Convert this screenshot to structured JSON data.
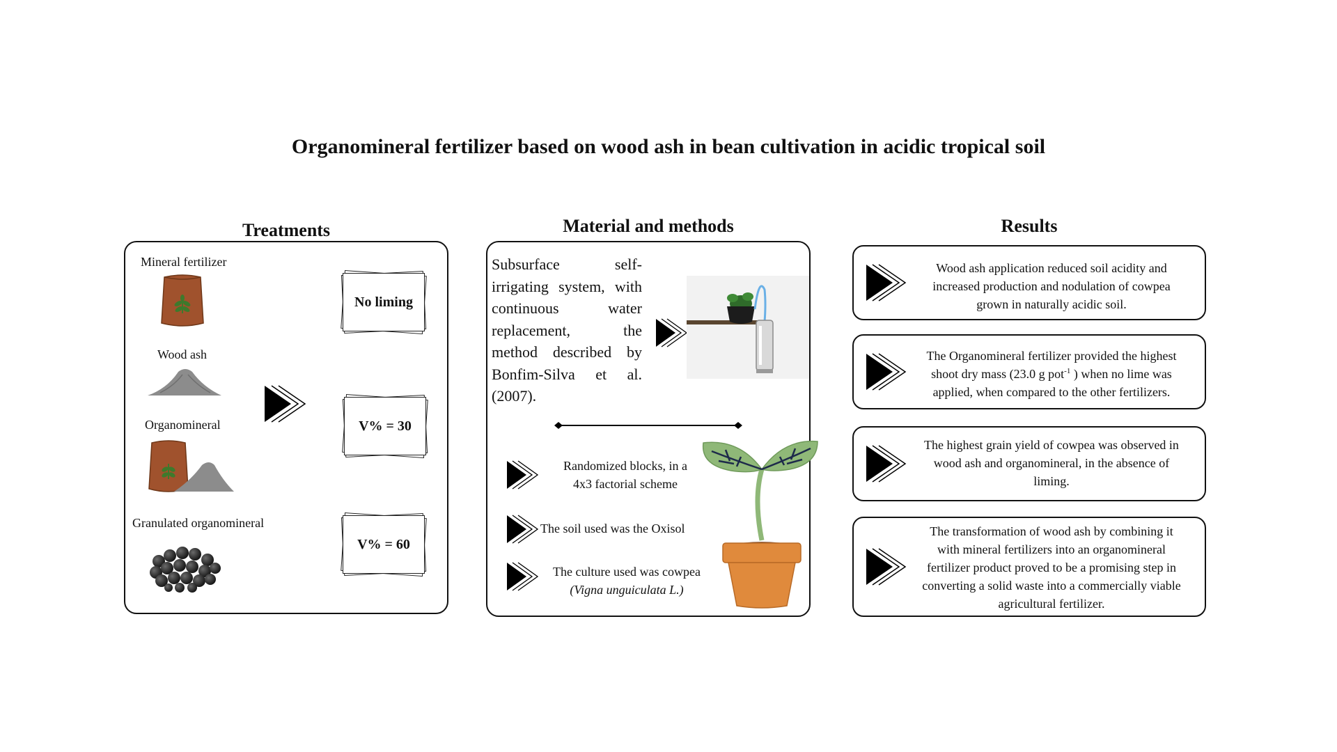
{
  "title": "Organomineral fertilizer based on wood ash in bean cultivation in acidic tropical soil",
  "treatments": {
    "heading": "Treatments",
    "items": [
      "Mineral fertilizer",
      "Wood ash",
      "Organomineral",
      "Granulated organomineral"
    ],
    "liming_levels": [
      "No liming",
      "V% =  30",
      "V% =  60"
    ]
  },
  "methods": {
    "heading": "Material and methods",
    "description_lines": [
      "Subsurface self-",
      "irrigating system, with",
      "continuous water",
      "replacement, the",
      "method described by",
      "Bonfim-Silva et al.",
      "(2007)."
    ],
    "bullets": {
      "design_line1": "Randomized blocks, in a",
      "design_line2": "4x3 factorial scheme",
      "soil": "The soil used was the Oxisol",
      "culture_line1": "The culture used was cowpea",
      "culture_line2": "(Vigna unguiculata L.)"
    }
  },
  "results": {
    "heading": "Results",
    "r1": [
      "Wood ash application reduced soil acidity and",
      "increased production and nodulation of cowpea",
      "grown in naturally acidic soil."
    ],
    "r2a": "The Organomineral fertilizer provided the highest",
    "r2b_pre": "shoot dry mass (23.0 g pot",
    "r2b_sup": "-1",
    "r2b_post": " ) when no lime was",
    "r2c": "applied, when compared to the other fertilizers.",
    "r3": [
      "The highest grain yield of cowpea was observed in",
      "wood ash and organomineral, in the absence of",
      "liming."
    ],
    "r4": [
      "The transformation of wood ash by combining it",
      "with mineral fertilizers into an organomineral",
      "fertilizer product proved to be a promising step in",
      "converting a solid waste into a commercially viable",
      "agricultural fertilizer."
    ]
  },
  "colors": {
    "bag": "#a0522d",
    "leaf": "#3d7a2c",
    "ash": "#8c8c8c",
    "pot": "#e08a3c",
    "sprout_leaf": "#8fb878",
    "arrow": "#000000"
  }
}
